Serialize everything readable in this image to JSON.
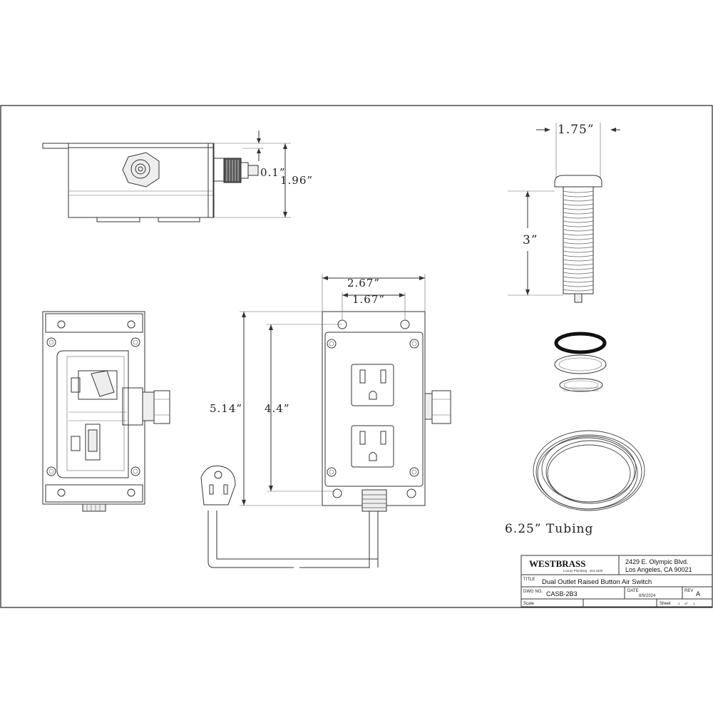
{
  "dimensions": {
    "top_height": "1.96”",
    "top_offset": "0.1”",
    "button_width": "1.75”",
    "button_height": "3”",
    "box_width": "2.67”",
    "hole_spacing": "1.67”",
    "box_height": "5.14”",
    "hole_vertical": "4.4”",
    "tubing": "6.25”  Tubing"
  },
  "title_block": {
    "logo": "WESTBRASS",
    "tagline": "Luxury Plumbing · Est.1930",
    "address_line1": "2429 E. Olympic Blvd.",
    "address_line2": "Los Angeles, CA 90021",
    "title_label": "TITLE",
    "title": "Dual Outlet Raised Button Air Switch",
    "dwg_label": "DWG NO.",
    "dwg_no": "CASB-2B3",
    "date_label": "DATE",
    "date": "8/9/2024",
    "rev_label": "REV",
    "rev": "A",
    "scale_label": "Scale",
    "sheet_label": "Sheet",
    "sheet_num": "1",
    "sheet_of": "of",
    "sheet_total": "1"
  }
}
